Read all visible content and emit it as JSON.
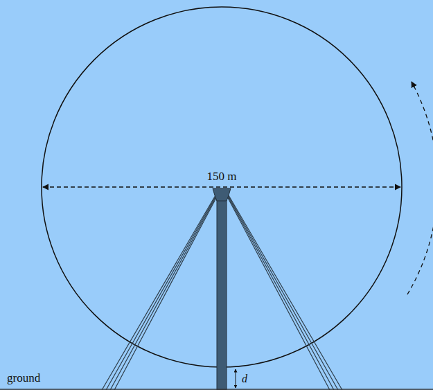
{
  "diagram": {
    "labels": [
      "150 m",
      "ground",
      "d"
    ]
  }
}
